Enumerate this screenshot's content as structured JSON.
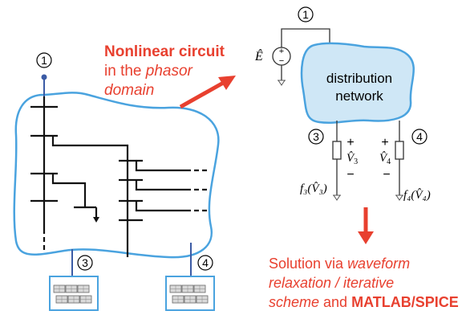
{
  "colors": {
    "accent_red": "#e8402f",
    "network_blue": "#4aa3df",
    "network_fill": "#cfe7f6",
    "bus_dot": "#3b5ba5"
  },
  "left_nodes": {
    "n1": "1",
    "n3": "3",
    "n4": "4"
  },
  "right_nodes": {
    "n1": "1",
    "n3": "3",
    "n4": "4"
  },
  "caption_top": {
    "line1_bold": "Nonlinear circuit",
    "line2_normal": "in the ",
    "line2_italic": "phasor",
    "line3_italic": "domain"
  },
  "network_label": {
    "line1": "distribution",
    "line2": "network"
  },
  "source": {
    "name": "Ê",
    "plus": "+",
    "minus": "−"
  },
  "load3": {
    "plus": "+",
    "voltage": "V̂",
    "subscript": "3",
    "minus": "−",
    "func": "f₃(V̂₃)"
  },
  "load4": {
    "plus": "+",
    "voltage": "V̂",
    "subscript": "4",
    "minus": "−",
    "func": "f₄(V̂₄)"
  },
  "caption_bottom": {
    "line1_normal": "Solution via ",
    "line1_italic": "waveform",
    "line2_italic": "relaxation / iterative",
    "line3_italic": "scheme",
    "line3_normal": " and ",
    "line3_bold": "MATLAB/SPICE"
  },
  "icons": [
    "solar-panel-icon",
    "solar-panel-icon",
    "ground-icon",
    "arrow-icon"
  ]
}
